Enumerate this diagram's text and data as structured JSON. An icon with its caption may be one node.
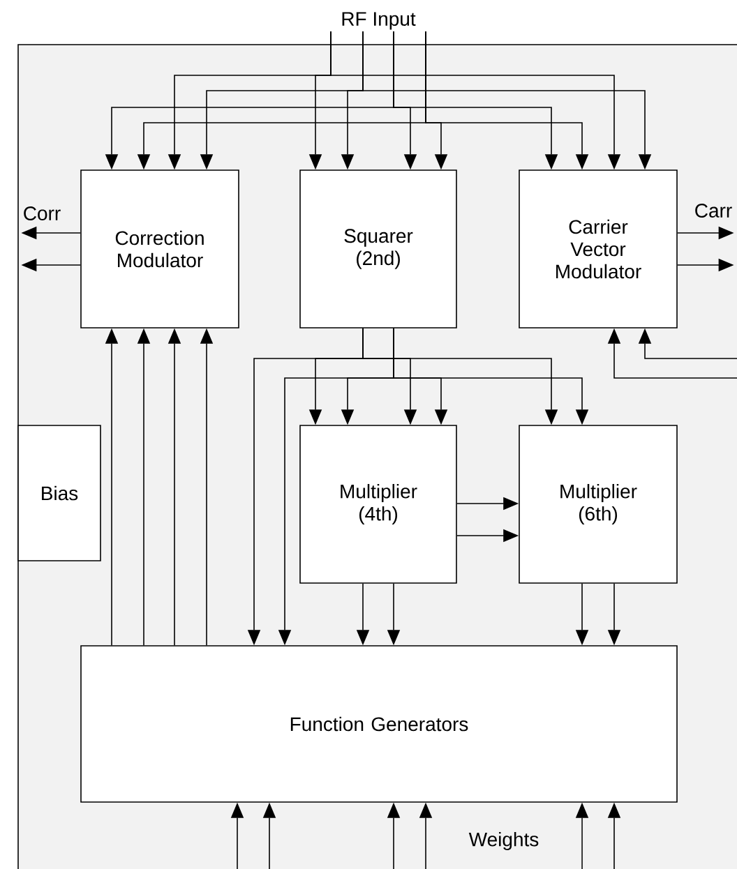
{
  "diagram": {
    "nodes": [
      {
        "text": [
          "RF Input"
        ]
      },
      {
        "text": [
          "Correction Modulator"
        ]
      },
      {
        "text": [
          "Squarer (2nd)"
        ]
      },
      {
        "text": [
          "Carrier Vector Modulator"
        ]
      },
      {
        "text": [
          "Bias"
        ]
      },
      {
        "text": [
          "Multiplier (4th)"
        ]
      },
      {
        "text": [
          "Multiplier (6th)"
        ]
      },
      {
        "text": [
          "Function Generators"
        ]
      },
      {
        "text": [
          "Corr"
        ]
      },
      {
        "text": [
          "Carr"
        ]
      }
    ],
    "edges": [
      {
        "from": 0,
        "to": 1,
        "arrow": "to"
      },
      {
        "from": 0,
        "to": 1,
        "arrow": "to"
      },
      {
        "from": 0,
        "to": 1,
        "arrow": "to"
      },
      {
        "from": 0,
        "to": 1,
        "arrow": "to"
      },
      {
        "from": 0,
        "to": 2,
        "arrow": "to"
      },
      {
        "from": 0,
        "to": 2,
        "arrow": "to"
      },
      {
        "from": 0,
        "to": 2,
        "arrow": "to"
      },
      {
        "from": 0,
        "to": 2,
        "arrow": "to"
      },
      {
        "from": 0,
        "to": 3,
        "arrow": "to"
      },
      {
        "from": 0,
        "to": 3,
        "arrow": "to"
      },
      {
        "from": 0,
        "to": 3,
        "arrow": "to"
      },
      {
        "from": 0,
        "to": 3,
        "arrow": "to"
      },
      {
        "from": 1,
        "to": 8,
        "arrow": "to"
      },
      {
        "from": 1,
        "to": 8,
        "arrow": "to"
      },
      {
        "from": 3,
        "to": 9,
        "arrow": "to"
      },
      {
        "from": 3,
        "to": 9,
        "arrow": "to"
      },
      {
        "from": null,
        "to": 3,
        "arrow": "to"
      },
      {
        "from": null,
        "to": 3,
        "arrow": "to"
      },
      {
        "from": 2,
        "to": 5,
        "arrow": "to"
      },
      {
        "from": 2,
        "to": 5,
        "arrow": "to"
      },
      {
        "from": 2,
        "to": 5,
        "arrow": "to"
      },
      {
        "from": 2,
        "to": 5,
        "arrow": "to"
      },
      {
        "from": 2,
        "to": 6,
        "arrow": "to"
      },
      {
        "from": 2,
        "to": 6,
        "arrow": "to"
      },
      {
        "from": 2,
        "to": 7,
        "arrow": "to"
      },
      {
        "from": 2,
        "to": 7,
        "arrow": "to"
      },
      {
        "from": 5,
        "to": 6,
        "arrow": "to"
      },
      {
        "from": 5,
        "to": 6,
        "arrow": "to"
      },
      {
        "from": 5,
        "to": 7,
        "arrow": "to"
      },
      {
        "from": 5,
        "to": 7,
        "arrow": "to"
      },
      {
        "from": 6,
        "to": 7,
        "arrow": "to"
      },
      {
        "from": 6,
        "to": 7,
        "arrow": "to"
      },
      {
        "from": 7,
        "to": 1,
        "arrow": "to"
      },
      {
        "from": 7,
        "to": 1,
        "arrow": "to"
      },
      {
        "from": 7,
        "to": 1,
        "arrow": "to"
      },
      {
        "from": 7,
        "to": 1,
        "arrow": "to"
      },
      {
        "from": null,
        "to": 7,
        "arrow": "to"
      },
      {
        "from": null,
        "to": 7,
        "arrow": "to"
      },
      {
        "from": null,
        "to": 7,
        "arrow": "to"
      },
      {
        "from": null,
        "to": 7,
        "arrow": "to"
      },
      {
        "from": null,
        "to": 7,
        "arrow": "to"
      },
      {
        "from": null,
        "to": 7,
        "arrow": "to"
      }
    ],
    "labels": [
      "Weights"
    ]
  }
}
